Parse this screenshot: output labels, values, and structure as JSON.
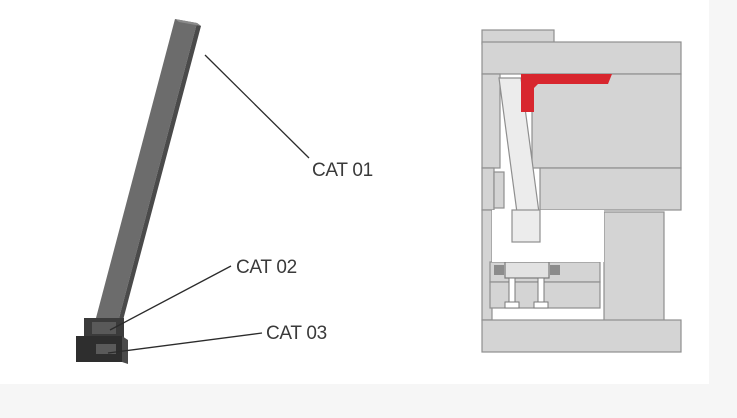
{
  "diagram": {
    "labels": {
      "cat01": "CAT 01",
      "cat02": "CAT 02",
      "cat03": "CAT 03"
    },
    "colors": {
      "bar": "#6b6b6b",
      "bar_dark": "#404040",
      "mold_fill": "#d4d4d4",
      "mold_stroke": "#8f8f8f",
      "highlight": "#d8262e",
      "leader": "#2b2b2b",
      "side_panel": "#f6f6f6"
    }
  }
}
